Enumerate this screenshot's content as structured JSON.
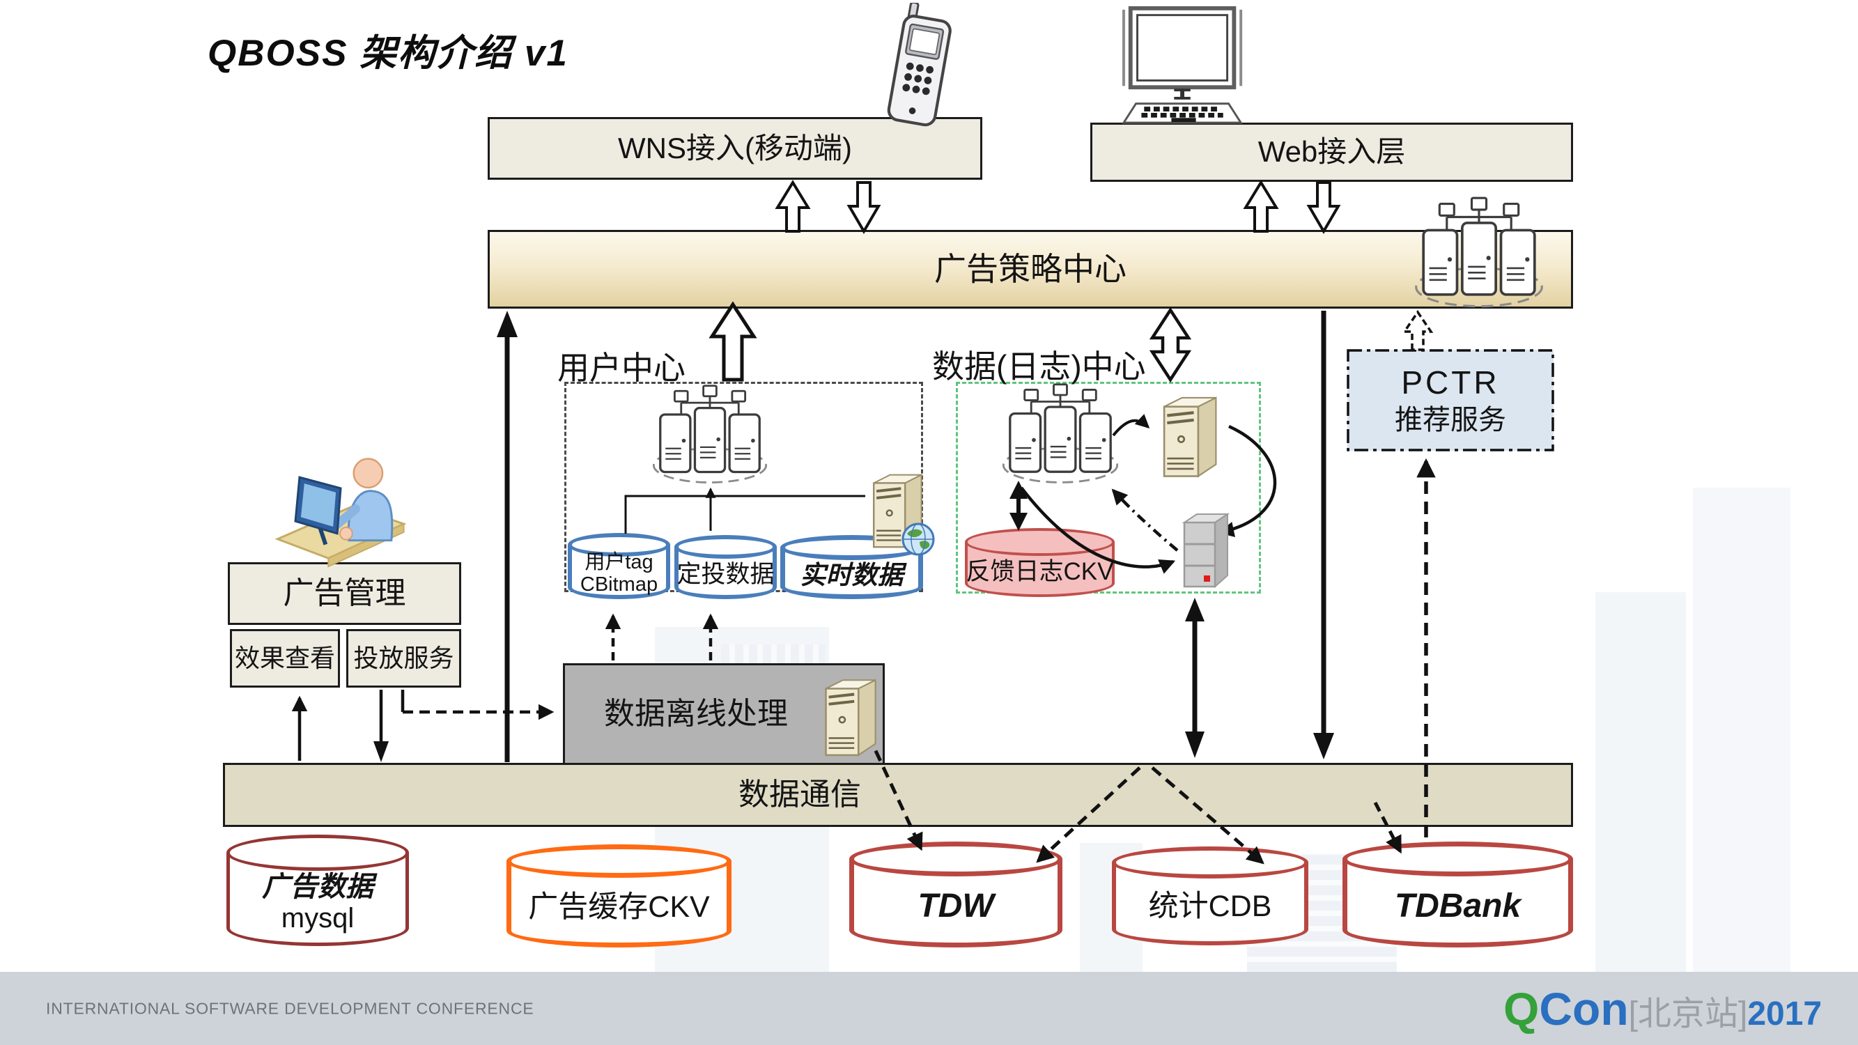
{
  "title": "QBOSS 架构介绍  v1",
  "boxes": {
    "wns": "WNS接入(移动端)",
    "web": "Web接入层",
    "strategy": "广告策略中心",
    "user_center": "用户中心",
    "log_center": "数据(日志)中心",
    "pctr_l1": "PCTR",
    "pctr_l2": "推荐服务",
    "ad_mgmt": "广告管理",
    "effect": "效果查看",
    "delivery": "投放服务",
    "offline": "数据离线处理",
    "data_comm": "数据通信"
  },
  "cylinders": {
    "user_tag_l1": "用户tag",
    "user_tag_l2": "CBitmap",
    "targeting": "定投数据",
    "realtime": "实时数据",
    "feedback": "反馈日志CKV",
    "ad_db_l1": "广告数据",
    "ad_db_l2": "mysql",
    "ad_cache": "广告缓存CKV",
    "tdw": "TDW",
    "stat_cdb": "统计CDB",
    "tdbank": "TDBank"
  },
  "footer": {
    "conference": "INTERNATIONAL SOFTWARE DEVELOPMENT CONFERENCE",
    "logo_q": "Q",
    "logo_con": "Con",
    "logo_loc": "[北京站]",
    "logo_year": "2017"
  },
  "colors": {
    "panel_beige": "#eeece1",
    "strategy_grad_top": "#fcf8ec",
    "strategy_grad_bottom": "#e3d2a2",
    "comm_band": "#dfdbc5",
    "offline_gray": "#b3b3b3",
    "pctr_blue": "#dce6f1",
    "blue_cylinder": "#4a7ebb",
    "red_cylinder": "#b94741",
    "maroon_cylinder": "#943634",
    "orange_cylinder": "#ff6a13",
    "pink_fill": "#f5bfbf",
    "pink_border": "#c0504d",
    "green_dash_border": "#5fc57f",
    "qcon_green": "#35a13a",
    "qcon_blue": "#2a6fc0",
    "qcon_gray": "#9aa0a6",
    "footer_bg": "#cdd3d9"
  }
}
